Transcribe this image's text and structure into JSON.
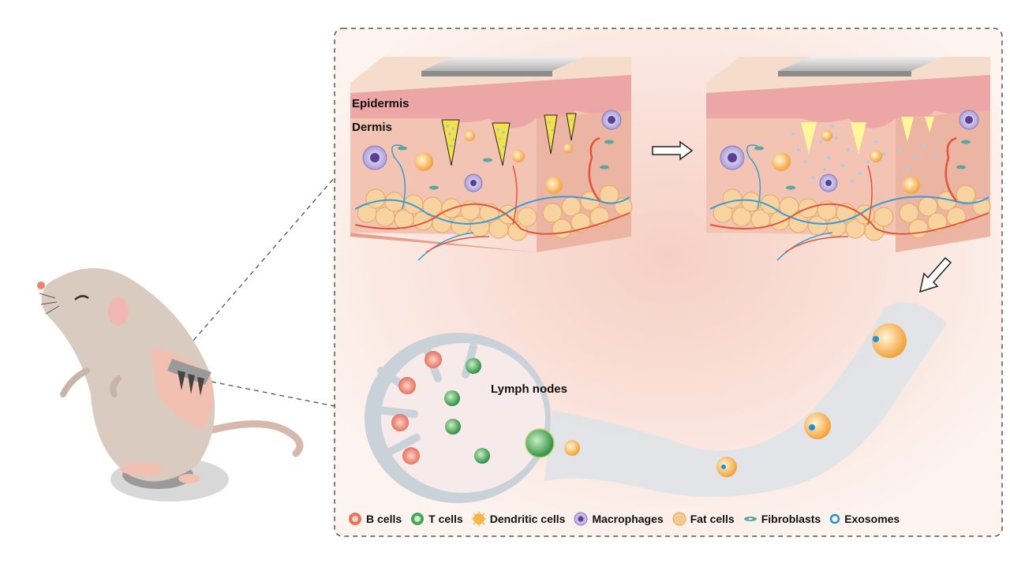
{
  "labels": {
    "epidermis": "Epidermis",
    "dermis": "Dermis",
    "lymph_nodes": "Lymph nodes"
  },
  "legend": [
    {
      "icon": "b-cell-icon",
      "label": "B cells",
      "color": "#e8735a"
    },
    {
      "icon": "t-cell-icon",
      "label": "T cells",
      "color": "#4aa55a"
    },
    {
      "icon": "dendritic-cell-icon",
      "label": "Dendritic  cells",
      "color": "#f5b74a"
    },
    {
      "icon": "macrophage-icon",
      "label": "Macrophages",
      "color": "#8a7bc4"
    },
    {
      "icon": "fat-cell-icon",
      "label": "Fat cells",
      "color": "#f7c98a"
    },
    {
      "icon": "fibroblast-icon",
      "label": "Fibroblasts",
      "color": "#5aa7a0"
    },
    {
      "icon": "exosome-icon",
      "label": "Exosomes",
      "color": "#2a8fd0"
    }
  ],
  "colors": {
    "skin": "#f3c4b4",
    "epidermis": "#eca6a6",
    "fat": "#f8d3a0",
    "lymph_vessel": "#c9d2d8",
    "blood_red": "#e0553a",
    "blood_blue": "#3b9bd6",
    "mouse": "#d9cbc0"
  }
}
